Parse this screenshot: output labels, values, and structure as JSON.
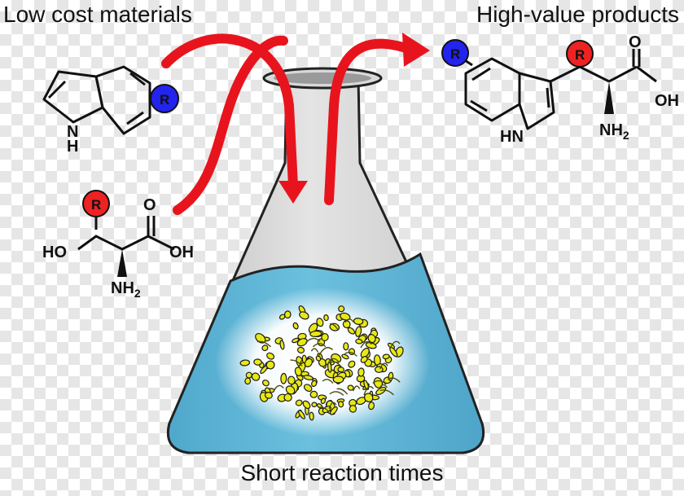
{
  "headings": {
    "low_cost": "Low cost materials",
    "high_value": "High-value products",
    "short_reaction": "Short reaction times"
  },
  "molecules": {
    "indole": {
      "nh": "N",
      "h": "H",
      "r": "R"
    },
    "threonine": {
      "r": "R",
      "ho": "HO",
      "o": "O",
      "oh": "OH",
      "nh2": "NH",
      "sub2": "2"
    },
    "product": {
      "r_ring": "R",
      "r_chain": "R",
      "nh": "HN",
      "o": "O",
      "oh": "OH",
      "nh2": "NH",
      "sub2": "2"
    }
  },
  "colors": {
    "arrow": "#e8141d",
    "r_blue": "#2323ee",
    "r_red": "#ee2222",
    "liquid": "#5fb4d4",
    "flask_glass": "#d2d2d2",
    "protein": "#e8e816"
  },
  "icons": {
    "flask": "erlenmeyer-flask-icon",
    "enzyme": "enzyme-ribbon-icon"
  }
}
